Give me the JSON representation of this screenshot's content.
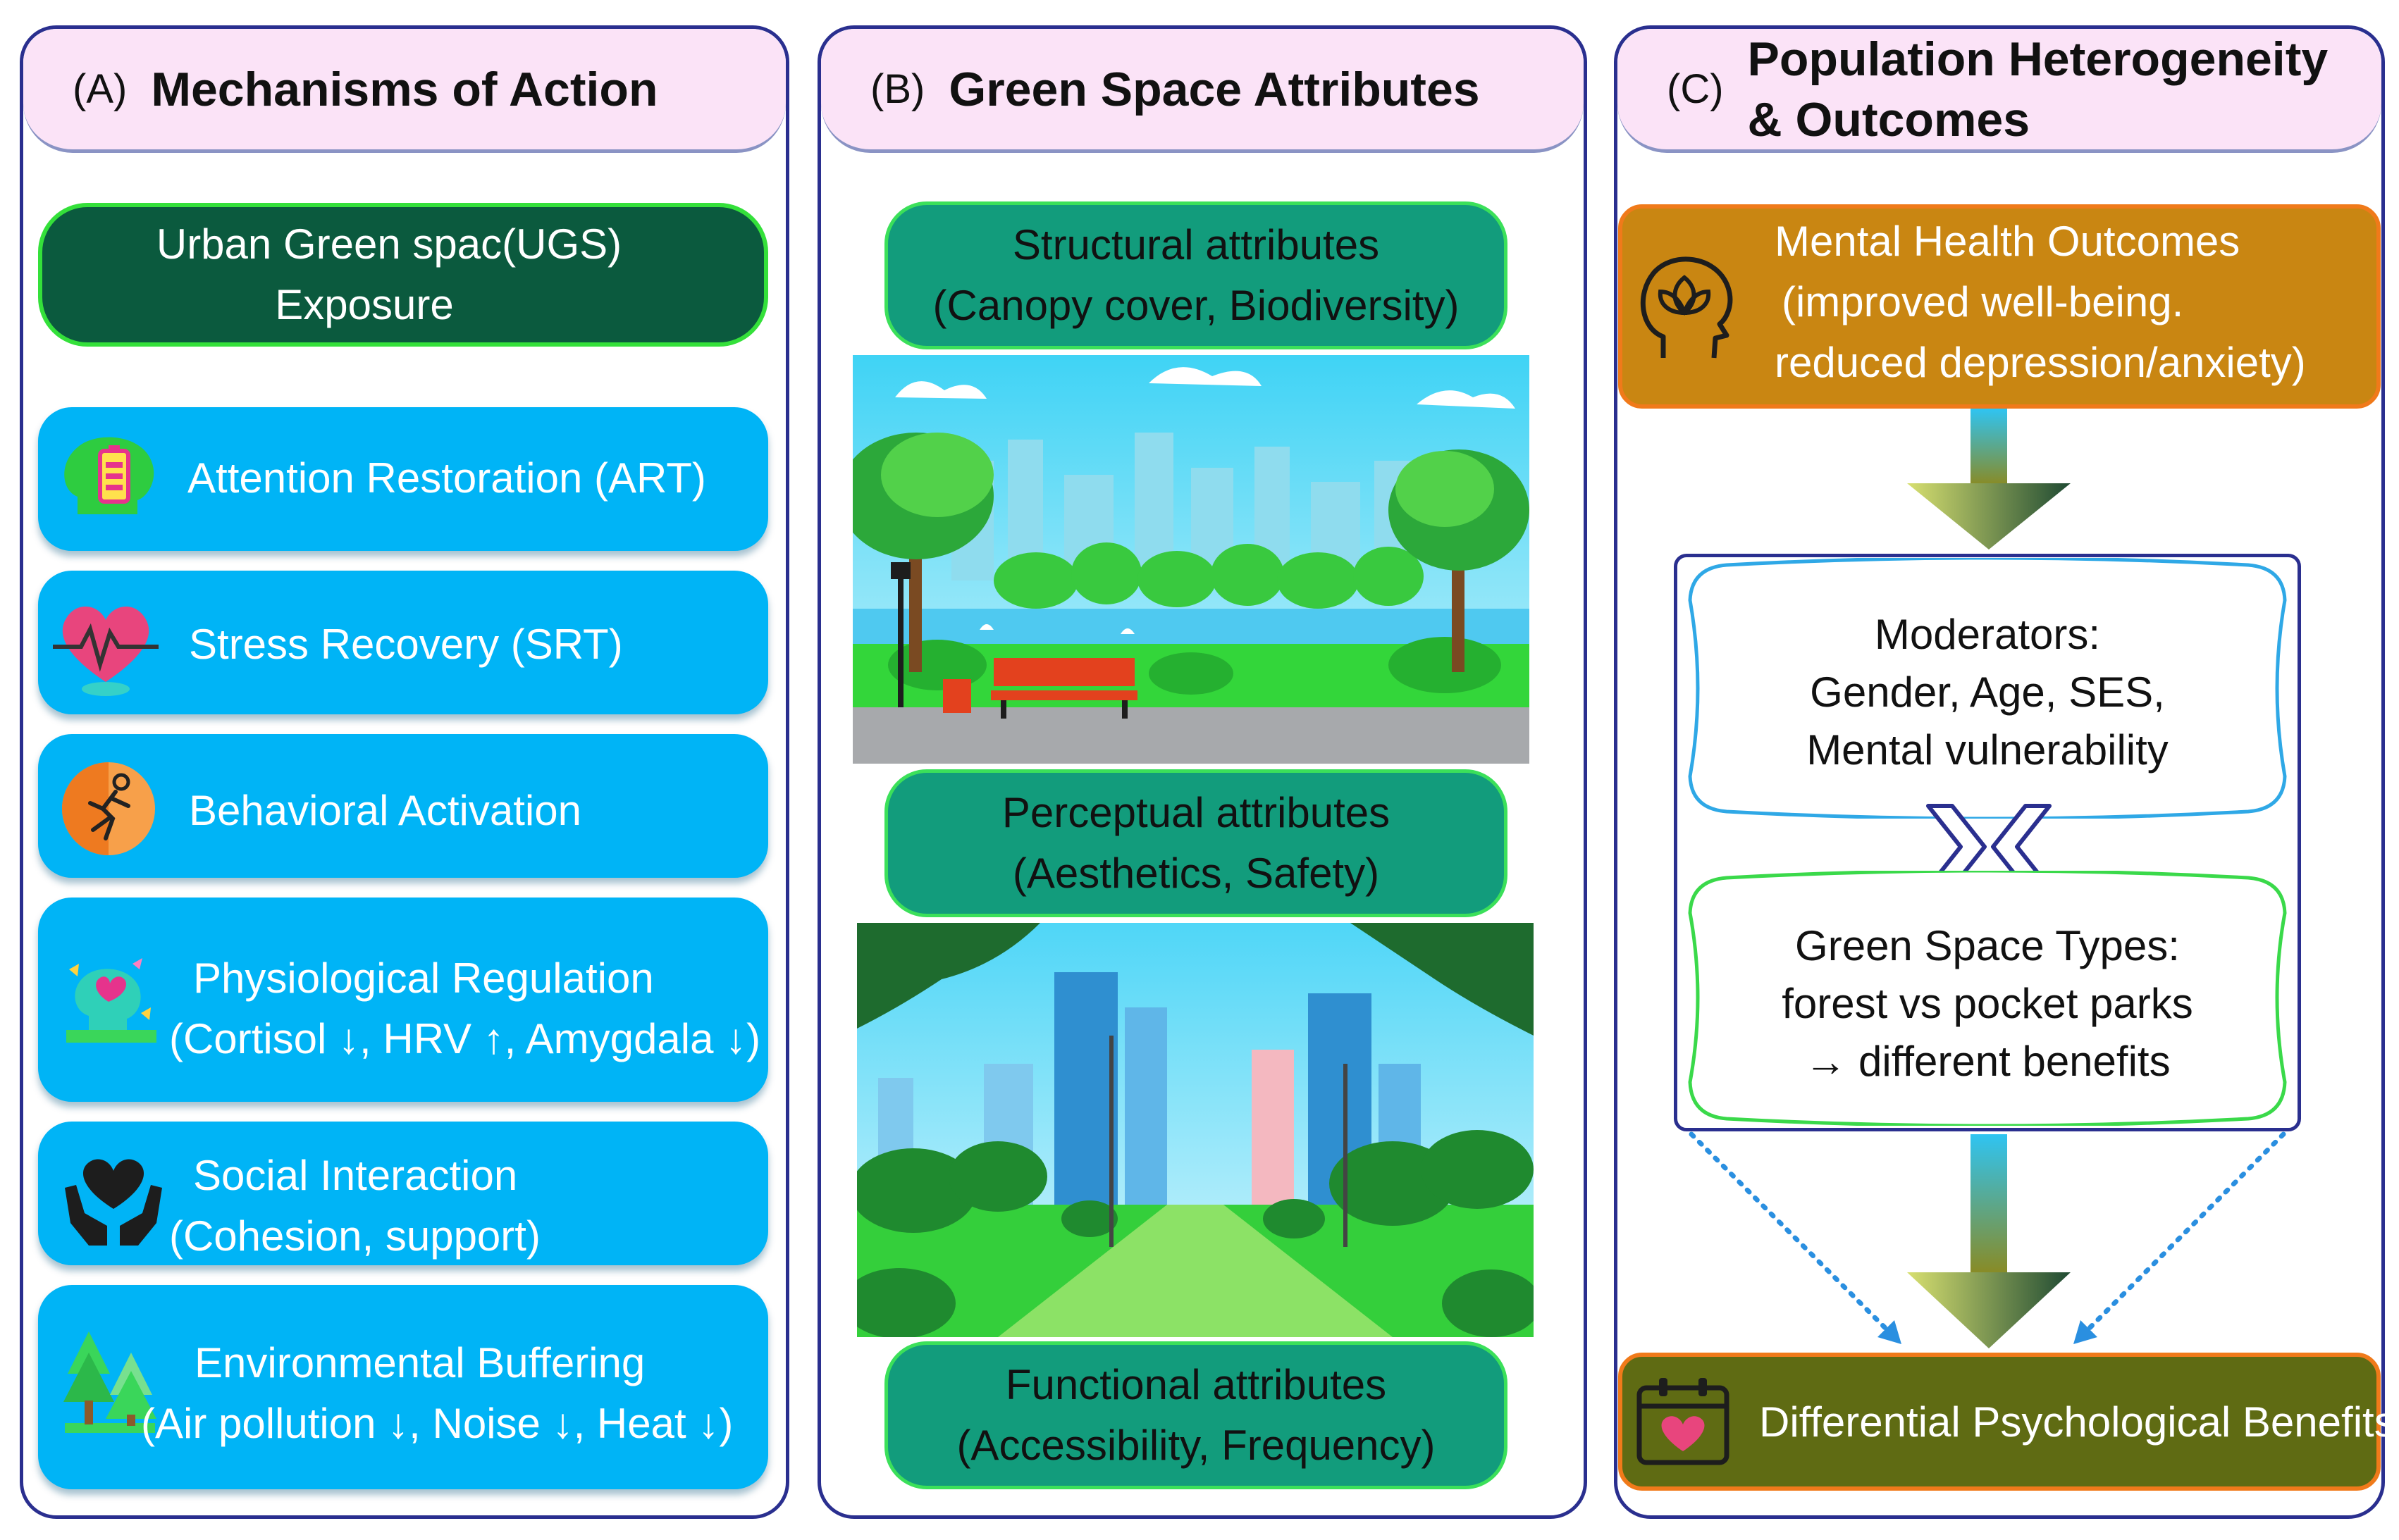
{
  "panels": {
    "a": {
      "letter": "(A)",
      "title": "Mechanisms of Action",
      "exposure": {
        "line1": "Urban Green spac(UGS)",
        "line2": "Exposure"
      },
      "mechanisms": [
        {
          "label": "Attention Restoration (ART)",
          "sub": ""
        },
        {
          "label": "Stress Recovery (SRT)",
          "sub": ""
        },
        {
          "label": "Behavioral Activation",
          "sub": ""
        },
        {
          "label": "Physiological Regulation",
          "sub": "(Cortisol ↓, HRV ↑, Amygdala ↓)"
        },
        {
          "label": "Social Interaction",
          "sub": "(Cohesion, support)"
        },
        {
          "label": "Environmental Buffering",
          "sub": "(Air pollution ↓, Noise ↓, Heat ↓)"
        }
      ]
    },
    "b": {
      "letter": "(B)",
      "title": "Green Space Attributes",
      "attributes": [
        {
          "line1": "Structural attributes",
          "line2": "(Canopy cover, Biodiversity)"
        },
        {
          "line1": "Perceptual attributes",
          "line2": "(Aesthetics, Safety)"
        },
        {
          "line1": "Functional attributes",
          "line2": "(Accessibility, Frequency)"
        }
      ]
    },
    "c": {
      "letter": "(C)",
      "title_line1": "Population Heterogeneity",
      "title_line2": "& Outcomes",
      "outcomes": {
        "line1": "Mental Health Outcomes",
        "line2": "(improved well-being.",
        "line3": "reduced depression/anxiety)"
      },
      "moderators": {
        "line1": "Moderators:",
        "line2": "Gender, Age, SES,",
        "line3": "Mental vulnerability"
      },
      "types": {
        "line1": "Green Space Types:",
        "line2": "forest vs pocket parks",
        "line3": "→ different benefits"
      },
      "benefits": "Differential Psychological Benefits"
    }
  },
  "colors": {
    "panel_border": "#2a2f8f",
    "header_fill": "#fbe3f7",
    "exposure_fill": "#0b5a3e",
    "mechanism_fill": "#00b4f6",
    "attribute_fill": "#129c7c",
    "outcome_fill": "#c98612",
    "benefit_fill": "#5f6b13"
  },
  "icons": [
    "brain-battery-icon",
    "heart-pulse-icon",
    "runner-icon",
    "brain-heart-icon",
    "hands-heart-icon",
    "trees-icon",
    "lotus-head-icon",
    "calendar-heart-icon"
  ]
}
